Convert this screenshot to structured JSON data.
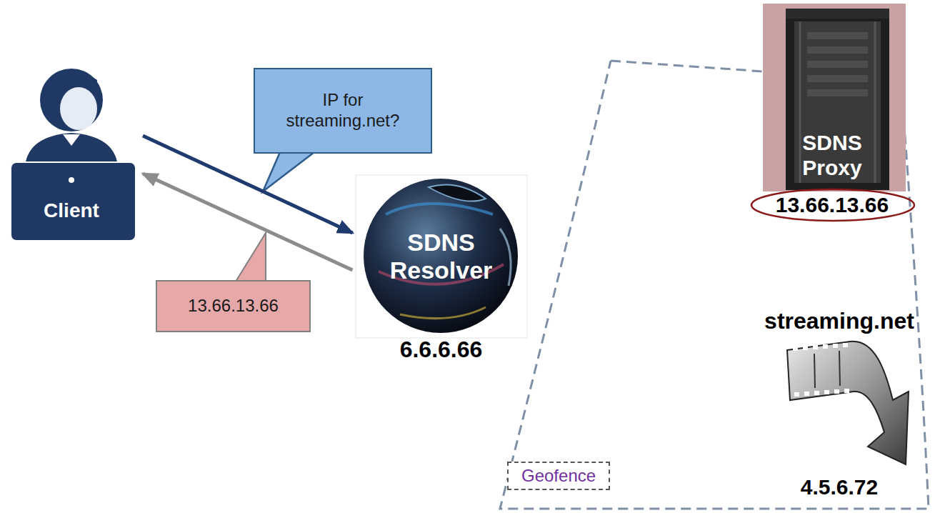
{
  "diagram": {
    "nodes": [
      {
        "text": [
          "Client"
        ]
      },
      {
        "text": [
          "SDNS Resolver",
          "6.6.6.66"
        ]
      },
      {
        "text": [
          "Geofence"
        ]
      },
      {
        "text": [
          "SDNS Proxy",
          "13.66.13.66"
        ],
        "in": 2
      },
      {
        "text": [
          "streaming.net",
          "4.5.6.72"
        ],
        "in": 2
      }
    ],
    "edges": [
      {
        "from": 0,
        "to": 1,
        "arrow": "to",
        "label": "IP for streaming.net?"
      },
      {
        "from": 1,
        "to": 0,
        "arrow": "to",
        "label": "13.66.13.66"
      }
    ]
  }
}
